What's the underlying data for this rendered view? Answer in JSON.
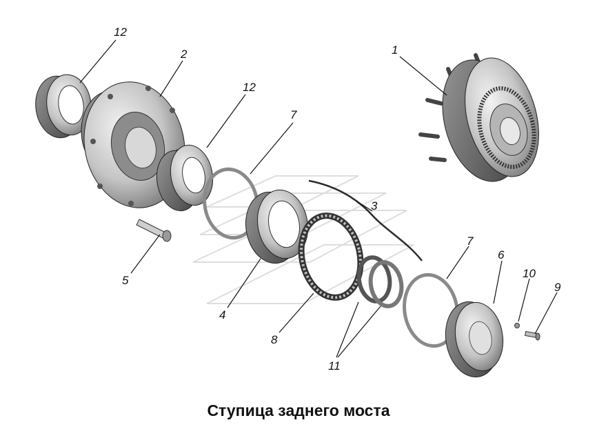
{
  "caption": "Ступица заднего моста",
  "callouts": {
    "c1": "1",
    "c2": "2",
    "c3": "3",
    "c4": "4",
    "c5": "5",
    "c6": "6",
    "c7a": "7",
    "c7b": "7",
    "c8": "8",
    "c9": "9",
    "c10": "10",
    "c11": "11",
    "c12a": "12",
    "c12b": "12"
  },
  "colors": {
    "metal_light": "#e4e4e4",
    "metal_mid": "#b8b8b8",
    "metal_dark": "#6f6f6f",
    "line": "#111111",
    "gasket": "#8a8a8a"
  }
}
